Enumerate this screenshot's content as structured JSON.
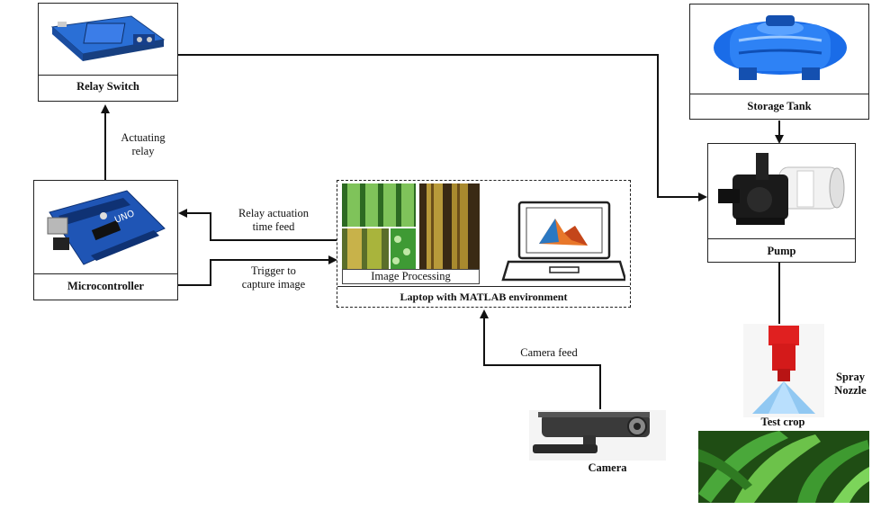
{
  "nodes": {
    "relay": "Relay Switch",
    "storage": "Storage Tank",
    "micro": "Microcontroller",
    "pump": "Pump",
    "laptop": "Laptop with MATLAB environment",
    "image_processing": "Image Processing",
    "camera": "Camera",
    "test_crop": "Test crop",
    "spray_line1": "Spray",
    "spray_line2": "Nozzle"
  },
  "edges": {
    "actuating_line1": "Actuating",
    "actuating_line2": "relay",
    "relay_feed_line1": "Relay actuation",
    "relay_feed_line2": "time feed",
    "trigger_line1": "Trigger to",
    "trigger_line2": "capture image",
    "camera_feed": "Camera feed"
  },
  "icons": {
    "relay": "relay-module-icon",
    "storage": "water-tank-icon",
    "micro": "arduino-board-icon",
    "pump": "water-pump-icon",
    "laptop": "laptop-matlab-icon",
    "camera": "cctv-camera-icon",
    "nozzle": "spray-nozzle-icon",
    "crop": "crop-leaves-photo"
  },
  "colors": {
    "board_blue": "#1f55b5",
    "relay_blue": "#2a6fd6",
    "tank_blue": "#1a6ce8",
    "nozzle_red": "#e02020",
    "leaf_green": "#3a8f2a",
    "matlab_orange": "#e8772a"
  }
}
